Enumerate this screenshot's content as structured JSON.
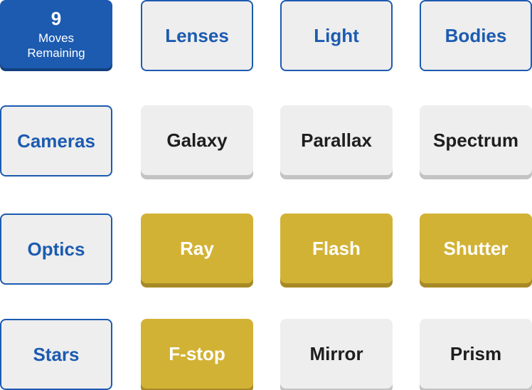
{
  "moves": {
    "count": "9",
    "label_line1": "Moves",
    "label_line2": "Remaining",
    "color": "#1c5bb0"
  },
  "colors": {
    "outline": "#1c5bb0",
    "plain": "#eeeeee",
    "selected": "#d2b235"
  },
  "tiles": [
    {
      "label": "Lenses",
      "state": "outline"
    },
    {
      "label": "Light",
      "state": "outline"
    },
    {
      "label": "Bodies",
      "state": "outline"
    },
    {
      "label": "Cameras",
      "state": "outline"
    },
    {
      "label": "Galaxy",
      "state": "plain"
    },
    {
      "label": "Parallax",
      "state": "plain"
    },
    {
      "label": "Spectrum",
      "state": "plain"
    },
    {
      "label": "Optics",
      "state": "outline"
    },
    {
      "label": "Ray",
      "state": "selected"
    },
    {
      "label": "Flash",
      "state": "selected"
    },
    {
      "label": "Shutter",
      "state": "selected"
    },
    {
      "label": "Stars",
      "state": "outline"
    },
    {
      "label": "F-stop",
      "state": "selected"
    },
    {
      "label": "Mirror",
      "state": "plain"
    },
    {
      "label": "Prism",
      "state": "plain"
    }
  ]
}
